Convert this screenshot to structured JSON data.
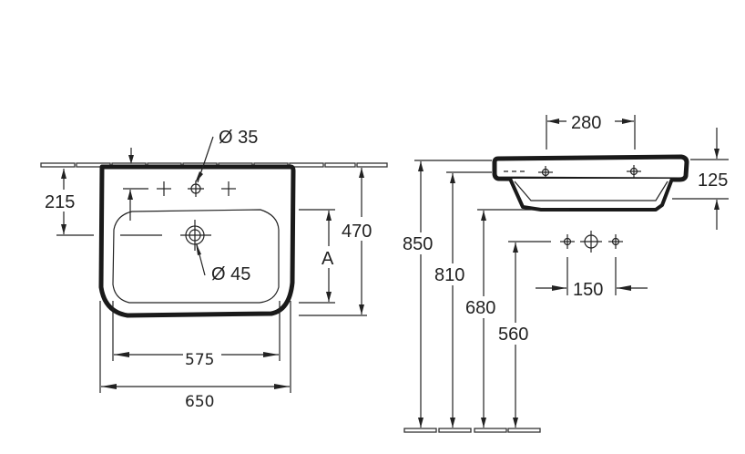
{
  "drawing": {
    "title": "Washbasin dimension drawing",
    "units": "mm",
    "front_view": {
      "tap_hole_label": "Ø 35",
      "waste_label": "Ø 45",
      "tap_hole_depth": "215",
      "overall_depth": "470",
      "bowl_depth_label": "A",
      "inner_width": "575",
      "overall_width": "650"
    },
    "side_view": {
      "tap_hole_spacing": "280",
      "basin_height": "125",
      "rim_height": "850",
      "tap_level_height": "810",
      "waste_outlet_height": "680",
      "supply_height": "560",
      "supply_spacing": "150"
    }
  }
}
